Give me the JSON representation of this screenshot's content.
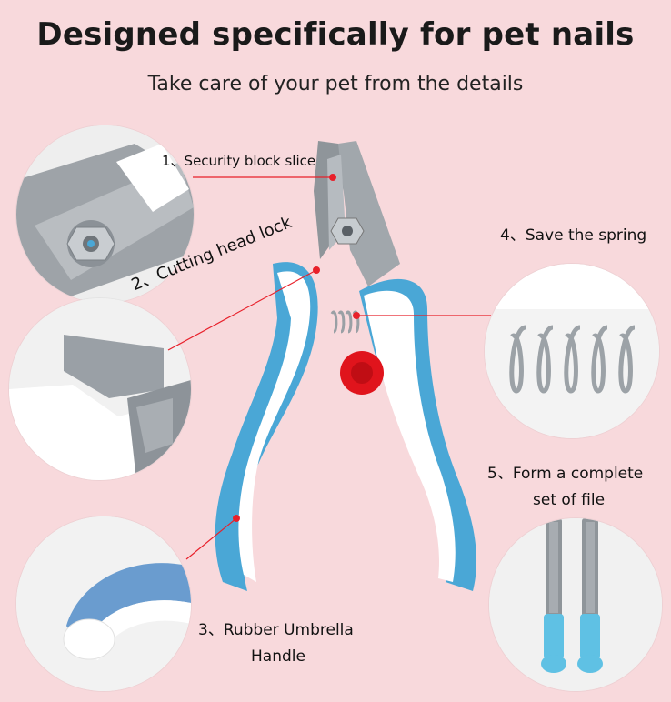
{
  "header": {
    "title": "Designed specifically for pet nails",
    "subtitle": "Take care of your pet from the details"
  },
  "callouts": {
    "c1": "1、Security block slice",
    "c2": "2、Cutting head lock",
    "c3_line1": "3、Rubber Umbrella",
    "c3_line2": "Handle",
    "c4": "4、Save the spring",
    "c5_line1": "5、Form a complete",
    "c5_line2": "set of file"
  },
  "colors": {
    "background": "#f8d9dc",
    "handle_blue": "#4aa7d6",
    "handle_white": "#ffffff",
    "leader_line": "#e8202a",
    "lock_red": "#e0141c"
  }
}
